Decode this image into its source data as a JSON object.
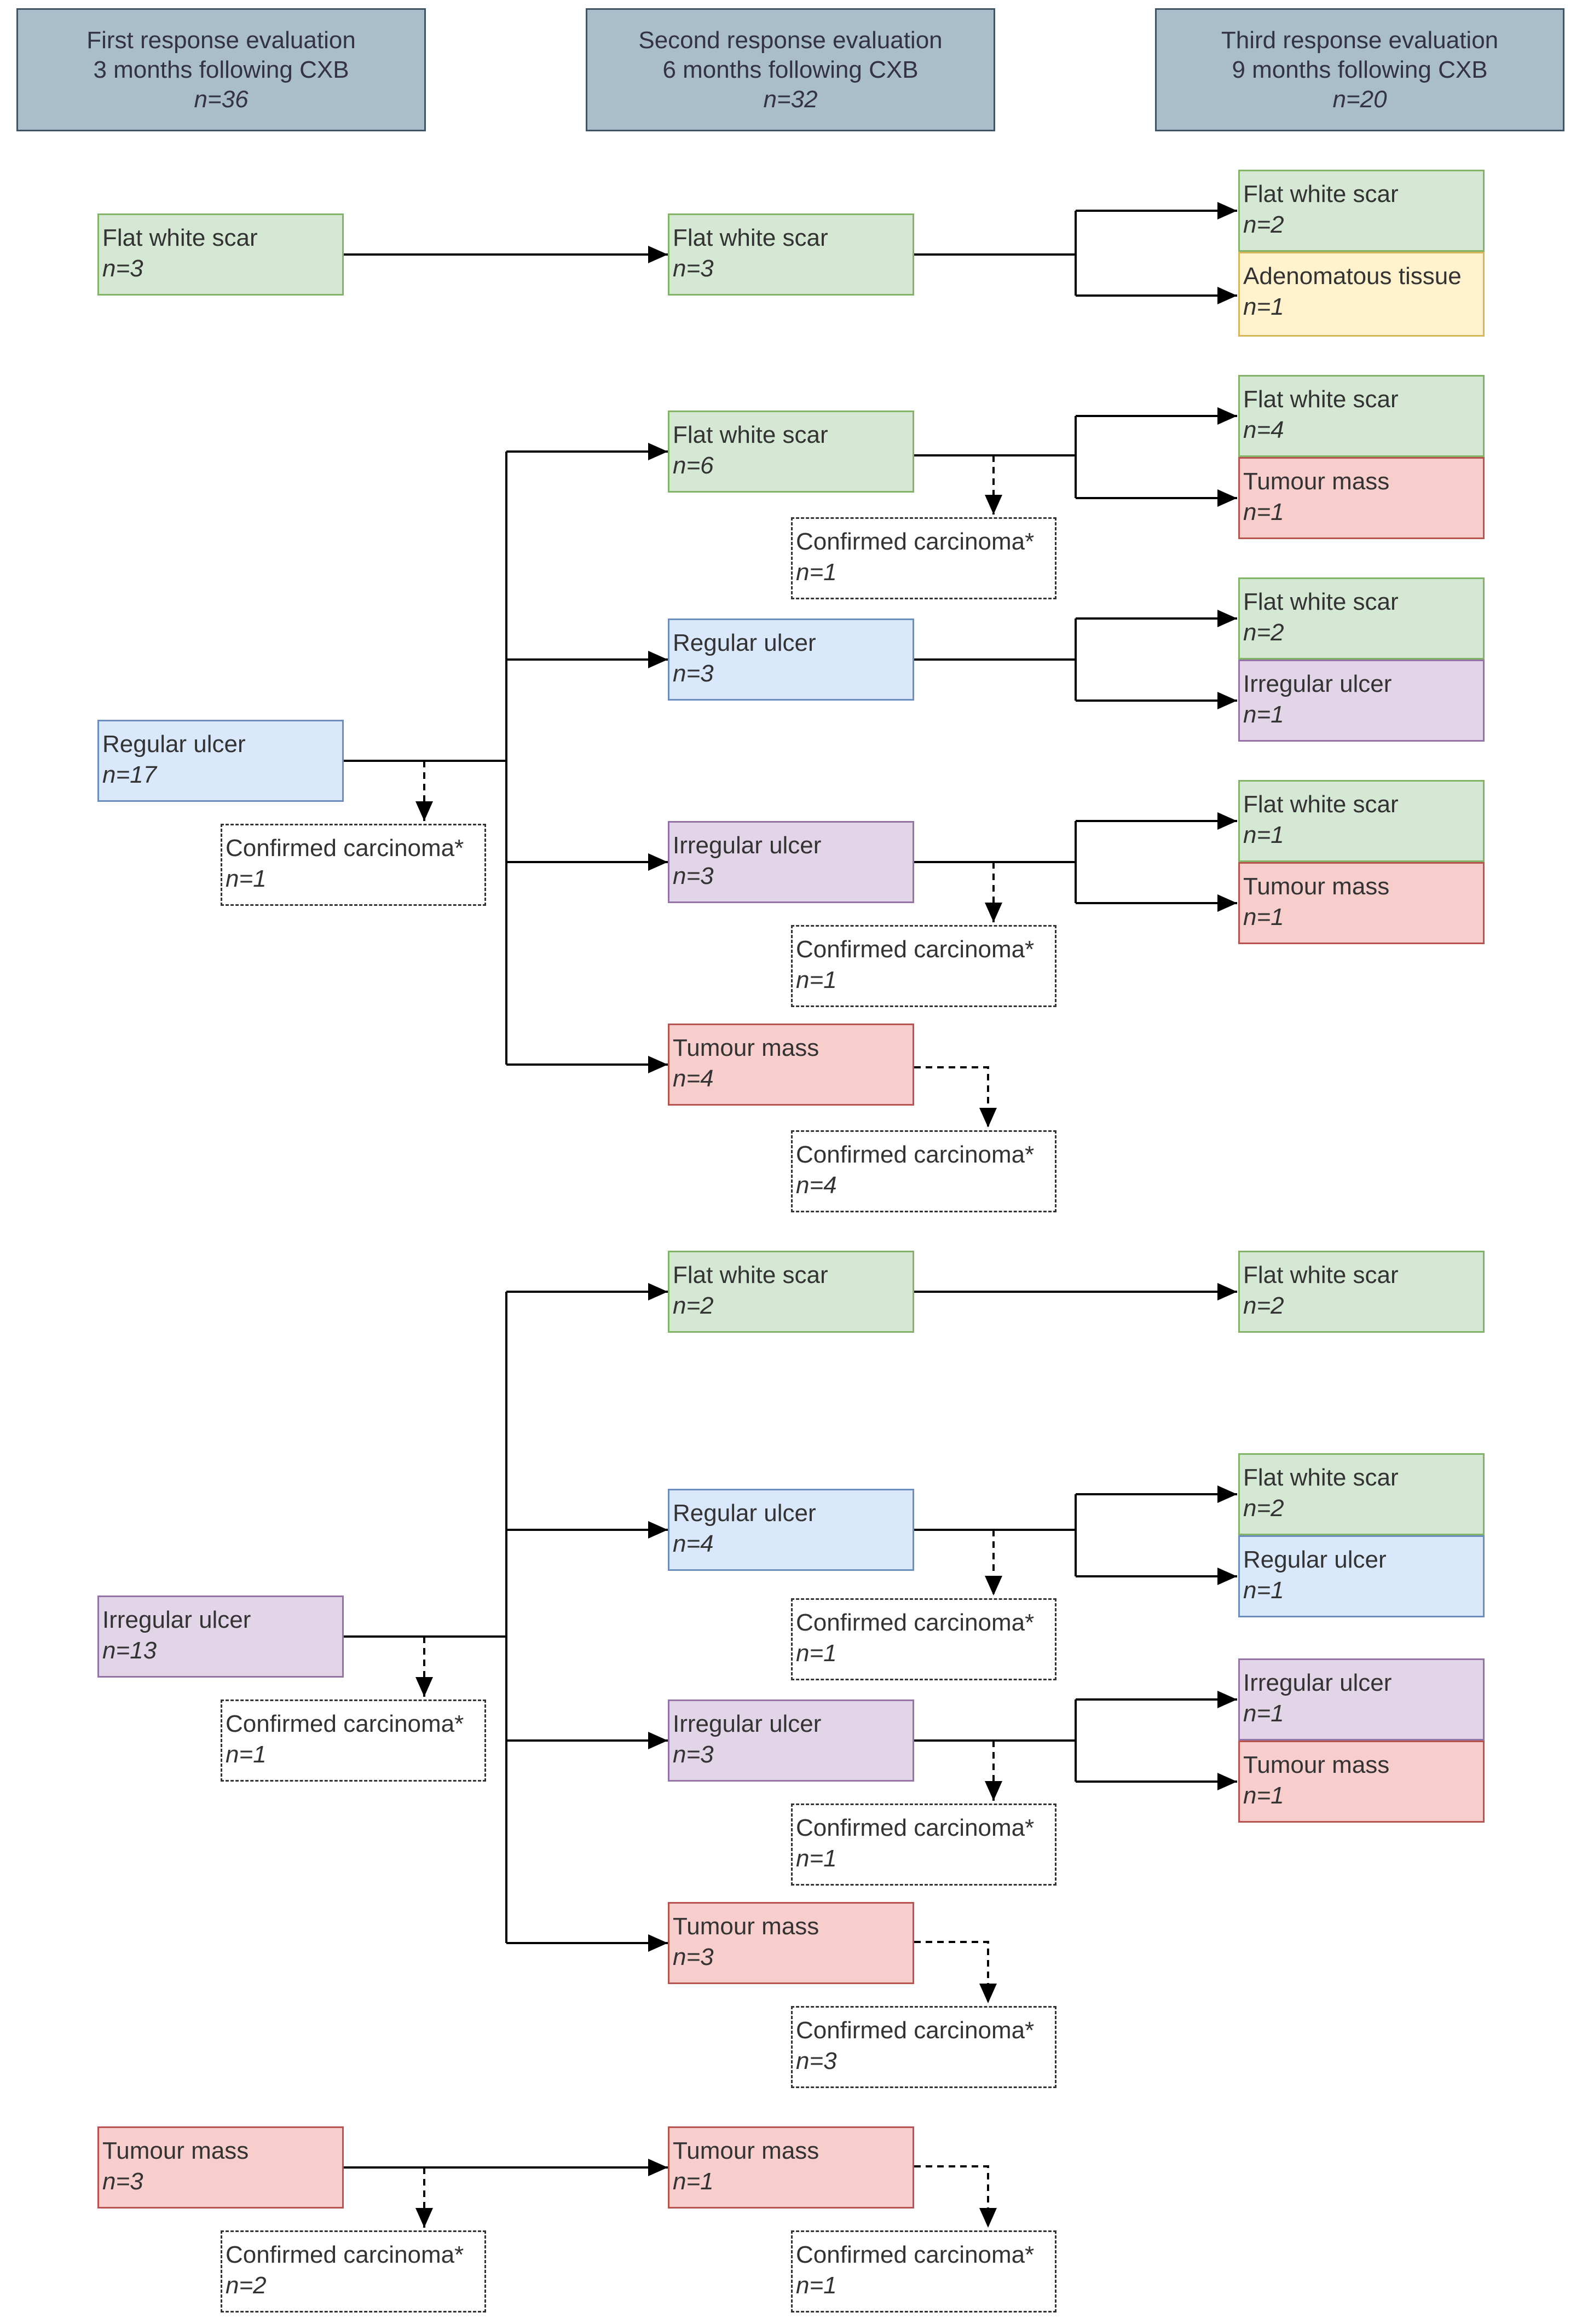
{
  "headers": [
    {
      "line1": "First response evaluation",
      "line2": "3 months following CXB",
      "n": "n=36"
    },
    {
      "line1": "Second response evaluation",
      "line2": "6 months following CXB",
      "n": "n=32"
    },
    {
      "line1": "Third response evaluation",
      "line2": "9 months following CXB",
      "n": "n=20"
    }
  ],
  "nodes": {
    "r1_fws": {
      "label": "Flat white scar",
      "n": "n=3"
    },
    "r2_fws_a": {
      "label": "Flat white scar",
      "n": "n=3"
    },
    "r3_fws_a": {
      "label": "Flat white scar",
      "n": "n=2"
    },
    "r3_aden": {
      "label": "Adenomatous tissue",
      "n": "n=1"
    },
    "r1_reg": {
      "label": "Regular ulcer",
      "n": "n=17"
    },
    "r2_fws_b": {
      "label": "Flat white scar",
      "n": "n=6"
    },
    "r3_fws_b": {
      "label": "Flat white scar",
      "n": "n=4"
    },
    "r3_tm_b": {
      "label": "Tumour mass",
      "n": "n=1"
    },
    "r2_reg_b": {
      "label": "Regular ulcer",
      "n": "n=3"
    },
    "r3_fws_c": {
      "label": "Flat white scar",
      "n": "n=2"
    },
    "r3_irr_c": {
      "label": "Irregular ulcer",
      "n": "n=1"
    },
    "r2_irr_b": {
      "label": "Irregular ulcer",
      "n": "n=3"
    },
    "r3_fws_d": {
      "label": "Flat white scar",
      "n": "n=1"
    },
    "r3_tm_d": {
      "label": "Tumour mass",
      "n": "n=1"
    },
    "r2_tm_b": {
      "label": "Tumour mass",
      "n": "n=4"
    },
    "r1_irr": {
      "label": "Irregular ulcer",
      "n": "n=13"
    },
    "r2_fws_e": {
      "label": "Flat white scar",
      "n": "n=2"
    },
    "r3_fws_e": {
      "label": "Flat white scar",
      "n": "n=2"
    },
    "r2_reg_e": {
      "label": "Regular ulcer",
      "n": "n=4"
    },
    "r3_fws_f": {
      "label": "Flat white scar",
      "n": "n=2"
    },
    "r3_reg_f": {
      "label": "Regular ulcer",
      "n": "n=1"
    },
    "r2_irr_e": {
      "label": "Irregular ulcer",
      "n": "n=3"
    },
    "r3_irr_g": {
      "label": "Irregular ulcer",
      "n": "n=1"
    },
    "r3_tm_g": {
      "label": "Tumour mass",
      "n": "n=1"
    },
    "r2_tm_e": {
      "label": "Tumour mass",
      "n": "n=3"
    },
    "r1_tm": {
      "label": "Tumour mass",
      "n": "n=3"
    },
    "r2_tm_h": {
      "label": "Tumour mass",
      "n": "n=1"
    }
  },
  "confirmed": {
    "c_r2_fws_b": {
      "label": "Confirmed carcinoma*",
      "n": "n=1"
    },
    "c_r1_reg": {
      "label": "Confirmed carcinoma*",
      "n": "n=1"
    },
    "c_r2_irr_b": {
      "label": "Confirmed carcinoma*",
      "n": "n=1"
    },
    "c_r2_tm_b": {
      "label": "Confirmed carcinoma*",
      "n": "n=4"
    },
    "c_r2_reg_e": {
      "label": "Confirmed carcinoma*",
      "n": "n=1"
    },
    "c_r1_irr": {
      "label": "Confirmed carcinoma*",
      "n": "n=1"
    },
    "c_r2_irr_e": {
      "label": "Confirmed carcinoma*",
      "n": "n=1"
    },
    "c_r2_tm_e": {
      "label": "Confirmed carcinoma*",
      "n": "n=3"
    },
    "c_r1_tm": {
      "label": "Confirmed carcinoma*",
      "n": "n=2"
    },
    "c_r2_tm_h": {
      "label": "Confirmed carcinoma*",
      "n": "n=1"
    }
  },
  "colors": {
    "flat_white_scar": "#d5e8d4",
    "regular_ulcer": "#dae8fc",
    "irregular_ulcer": "#e1d5e7",
    "tumour_mass": "#f8cecc",
    "adenomatous_tissue": "#fff2cc",
    "header": "#a9bdcb"
  }
}
